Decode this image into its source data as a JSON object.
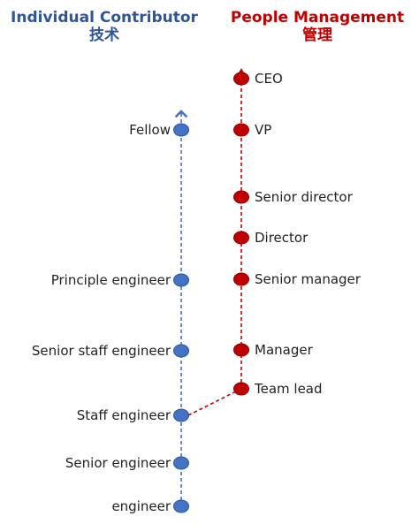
{
  "headers": {
    "individual_contributor": {
      "title": "Individual Contributor",
      "subtitle": "技术",
      "color": "#2f5597"
    },
    "people_management": {
      "title": "People Management",
      "subtitle": "管理",
      "color": "#c00000"
    }
  },
  "ic_track": {
    "color": "#4472c4",
    "levels": [
      {
        "label": "Fellow"
      },
      {
        "label": "Principle engineer"
      },
      {
        "label": "Senior staff engineer"
      },
      {
        "label": "Staff engineer"
      },
      {
        "label": "Senior engineer"
      },
      {
        "label": "engineer"
      }
    ]
  },
  "pm_track": {
    "color": "#c00000",
    "levels": [
      {
        "label": "CEO"
      },
      {
        "label": "VP"
      },
      {
        "label": "Senior director"
      },
      {
        "label": "Director"
      },
      {
        "label": "Senior manager"
      },
      {
        "label": "Manager"
      },
      {
        "label": "Team lead"
      }
    ]
  },
  "connection": {
    "from": "Staff engineer",
    "to": "Team lead"
  }
}
